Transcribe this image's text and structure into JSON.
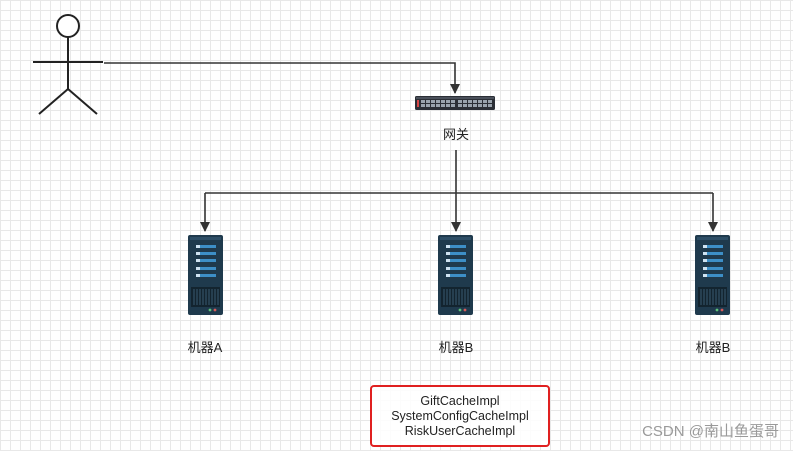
{
  "gateway": {
    "label": "网关"
  },
  "machines": [
    {
      "label": "机器A"
    },
    {
      "label": "机器B"
    },
    {
      "label": "机器B"
    }
  ],
  "note": {
    "lines": [
      "GiftCacheImpl",
      "SystemConfigCacheImpl",
      "RiskUserCacheImpl"
    ],
    "border_color": "#e02020"
  },
  "watermark": "CSDN @南山鱼蛋哥",
  "icons": {
    "actor": "stick-figure-actor-icon",
    "gateway": "network-switch-icon",
    "machine": "server-rack-icon"
  },
  "colors": {
    "line": "#333333",
    "server": "#1f3a4d",
    "server_accent": "#3d8fc7",
    "grid": "#e8e8e8"
  }
}
